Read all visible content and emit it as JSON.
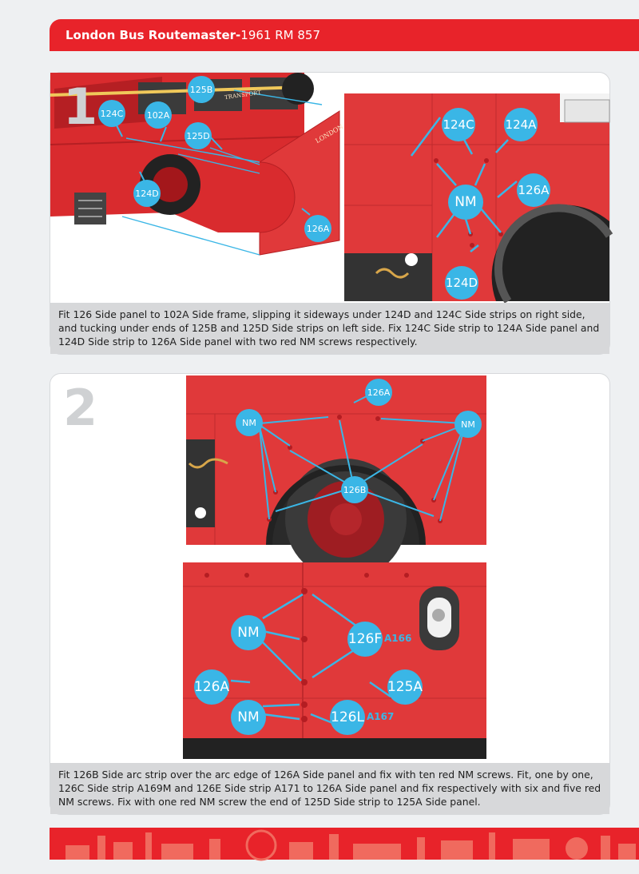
{
  "header": {
    "title_bold": "London Bus Routemaster-",
    "title_rest": "1961 RM 857"
  },
  "step1": {
    "number": "1",
    "labels_left": [
      "125B",
      "124C",
      "102A",
      "125D",
      "124D",
      "126A"
    ],
    "panel_lettering": [
      "LONDON",
      "TRANSPORT"
    ],
    "labels_right": [
      "124C",
      "124A",
      "NM",
      "126A",
      "124D"
    ],
    "caption": "Fit 126 Side panel to 102A Side frame, slipping it sideways under 124D and 124C Side strips on right side, and tucking under ends of 125B and 125D Side strips on left side. Fix 124C Side strip to 124A Side panel and 124D Side strip to 126A Side panel with two red NM screws respectively."
  },
  "step2": {
    "number": "2",
    "labels_top": [
      "126A",
      "NM",
      "NM",
      "126B"
    ],
    "labels_bottom": [
      "NM",
      "126F",
      "126A",
      "125A",
      "NM",
      "126L"
    ],
    "codes": [
      "A166",
      "A167"
    ],
    "caption": "Fit 126B Side arc strip over the arc edge of 126A Side panel and fix with ten red NM screws. Fit, one by one, 126C Side strip A169M and 126E Side strip A171 to 126A Side panel and fix respectively with six and five red NM screws. Fix with one red NM screw the end of 125D Side strip to 125A Side panel."
  },
  "colors": {
    "brand_red": "#e8232a",
    "callout_blue": "#3ab6e6",
    "panel_red": "#e0393a"
  }
}
